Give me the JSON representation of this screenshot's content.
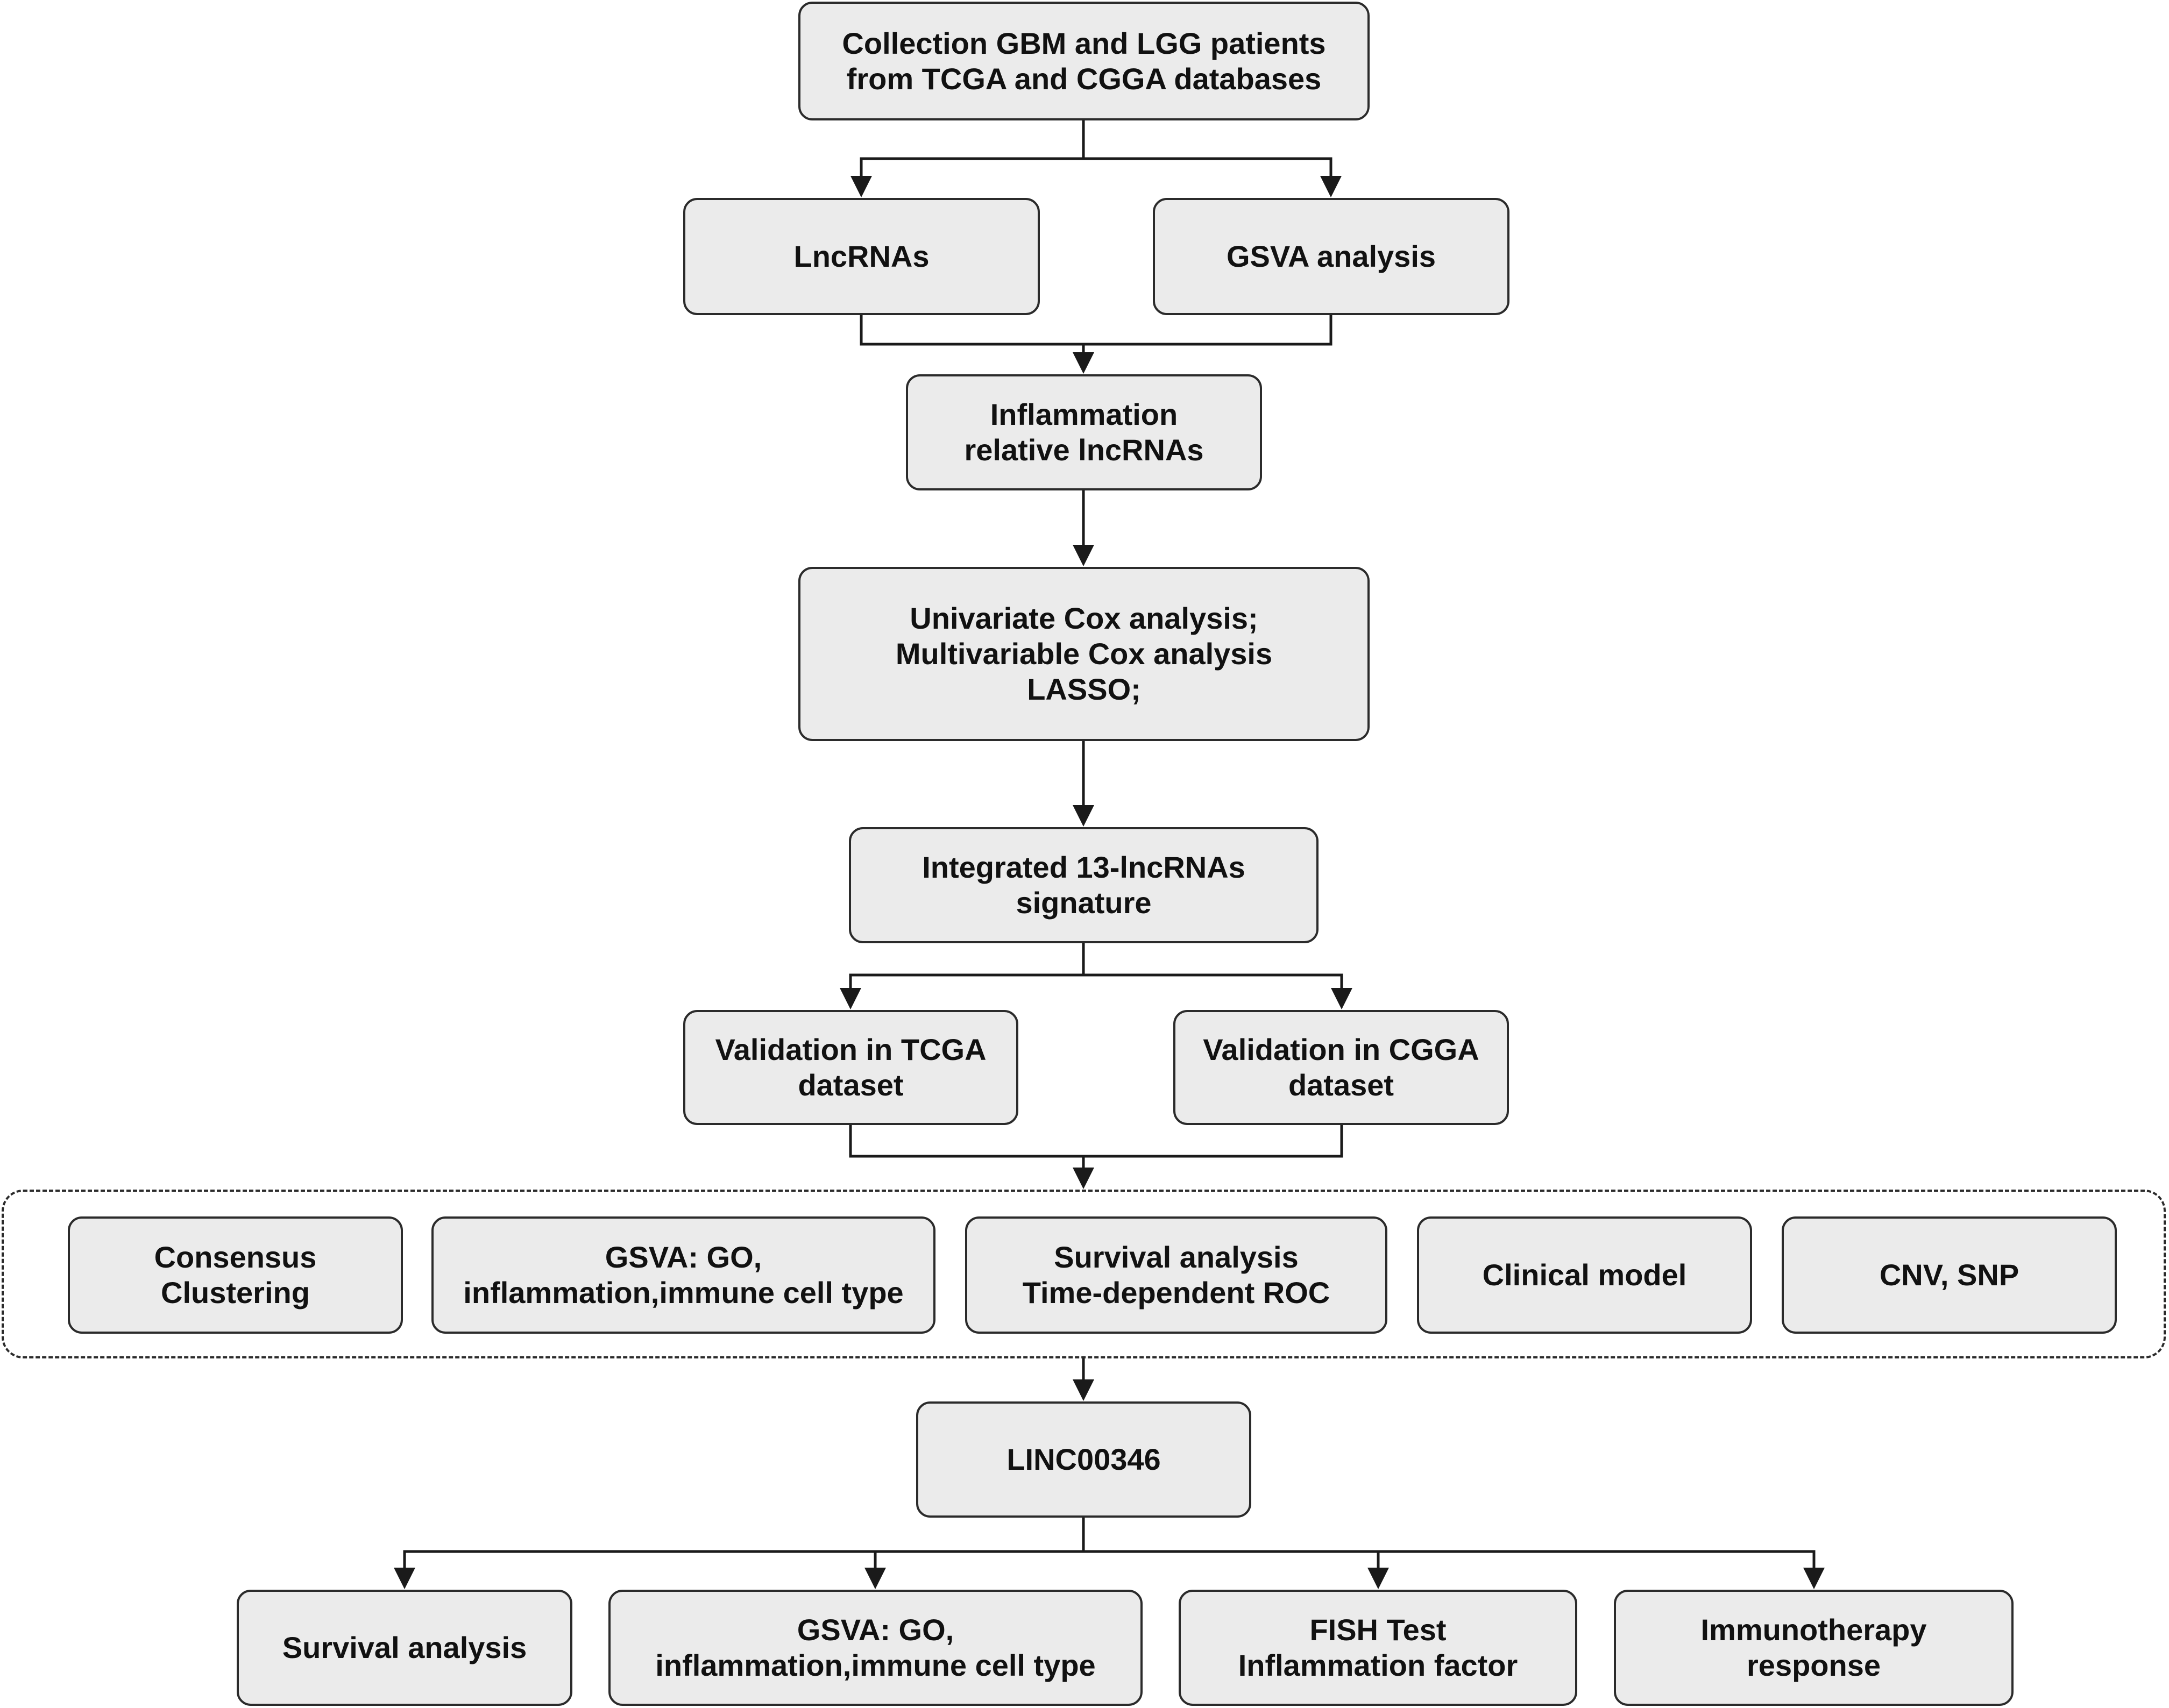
{
  "nodes": {
    "collection": "Collection GBM and LGG patients\nfrom TCGA and CGGA databases",
    "lncrnas": "LncRNAs",
    "gsva_analysis": "GSVA analysis",
    "inflammation_lncrnas": "Inflammation\nrelative lncRNAs",
    "cox_lasso": "Univariate Cox analysis;\nMultivariable Cox analysis\nLASSO;",
    "signature": "Integrated 13-lncRNAs\nsignature",
    "validation_tcga": "Validation in TCGA\ndataset",
    "validation_cgga": "Validation in CGGA\ndataset",
    "consensus_clustering": "Consensus\nClustering",
    "gsva_go_1": "GSVA: GO,\ninflammation,immune cell type",
    "survival_roc": "Survival analysis\nTime-dependent ROC",
    "clinical_model": "Clinical model",
    "cnv_snp": "CNV, SNP",
    "linc00346": "LINC00346",
    "survival_analysis": "Survival analysis",
    "gsva_go_2": "GSVA: GO,\ninflammation,immune cell type",
    "fish_test": "FISH Test\nInflammation factor",
    "immunotherapy": "Immunotherapy\nresponse"
  },
  "colors": {
    "box_fill": "#ebebeb",
    "stroke": "#2b2b2b",
    "text": "#111111"
  }
}
